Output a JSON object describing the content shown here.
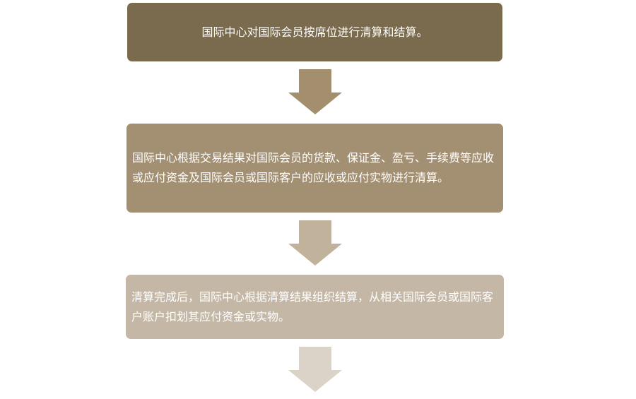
{
  "steps": [
    {
      "text": "国际中心对国际会员按席位进行清算和结算。",
      "color": "#7a6a4e"
    },
    {
      "text": "国际中心根据交易结果对国际会员的货款、保证金、盈亏、手续费等应收或应付资金及国际会员或国际客户的应收或应付实物进行清算。",
      "color": "#a38f71"
    },
    {
      "text": "清算完成后，国际中心根据清算结果组织结算，从相关国际会员或国际客户账户扣划其应付资金或实物。",
      "color": "#c5b7a5"
    }
  ],
  "arrows": [
    {
      "color": "#a38f6d"
    },
    {
      "color": "#c0b29b"
    },
    {
      "color": "#dbd3c8"
    }
  ]
}
